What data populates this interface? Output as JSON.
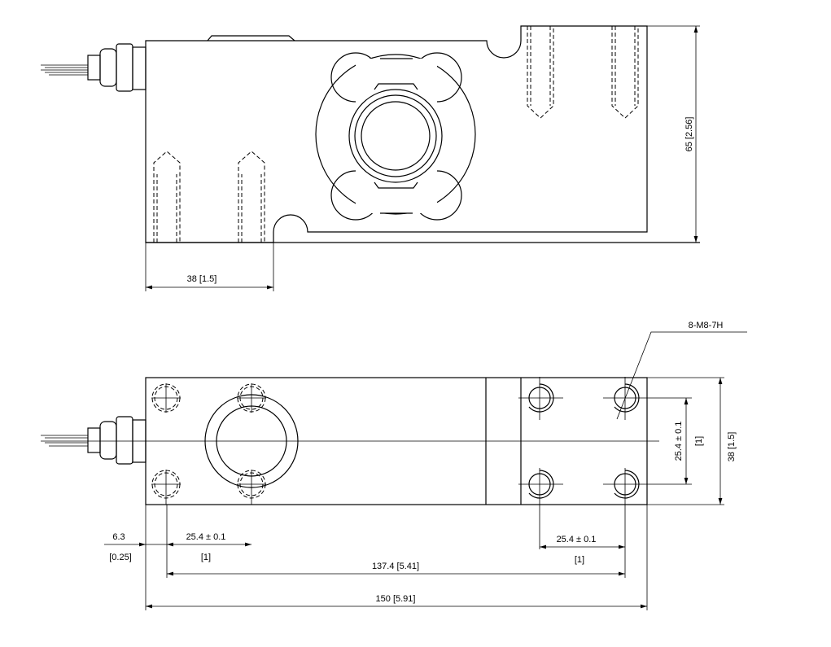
{
  "top_view": {
    "height_dim": "65 [2.56]",
    "hole_spacing_dim": "38 [1.5]"
  },
  "bottom_view": {
    "thread_callout": "8-M8-7H",
    "vertical_spacing_dim": "25.4 ± 0.1",
    "vertical_spacing_inch": "[1]",
    "width_dim": "38 [1.5]",
    "left_offset_dim": "6.3",
    "left_offset_inch": "[0.25]",
    "left_spacing_dim": "25.4 ± 0.1",
    "left_spacing_inch": "[1]",
    "right_spacing_dim": "25.4 ± 0.1",
    "right_spacing_inch": "[1]",
    "hole_span_dim": "137.4 [5.41]",
    "overall_length_dim": "150 [5.91]"
  }
}
